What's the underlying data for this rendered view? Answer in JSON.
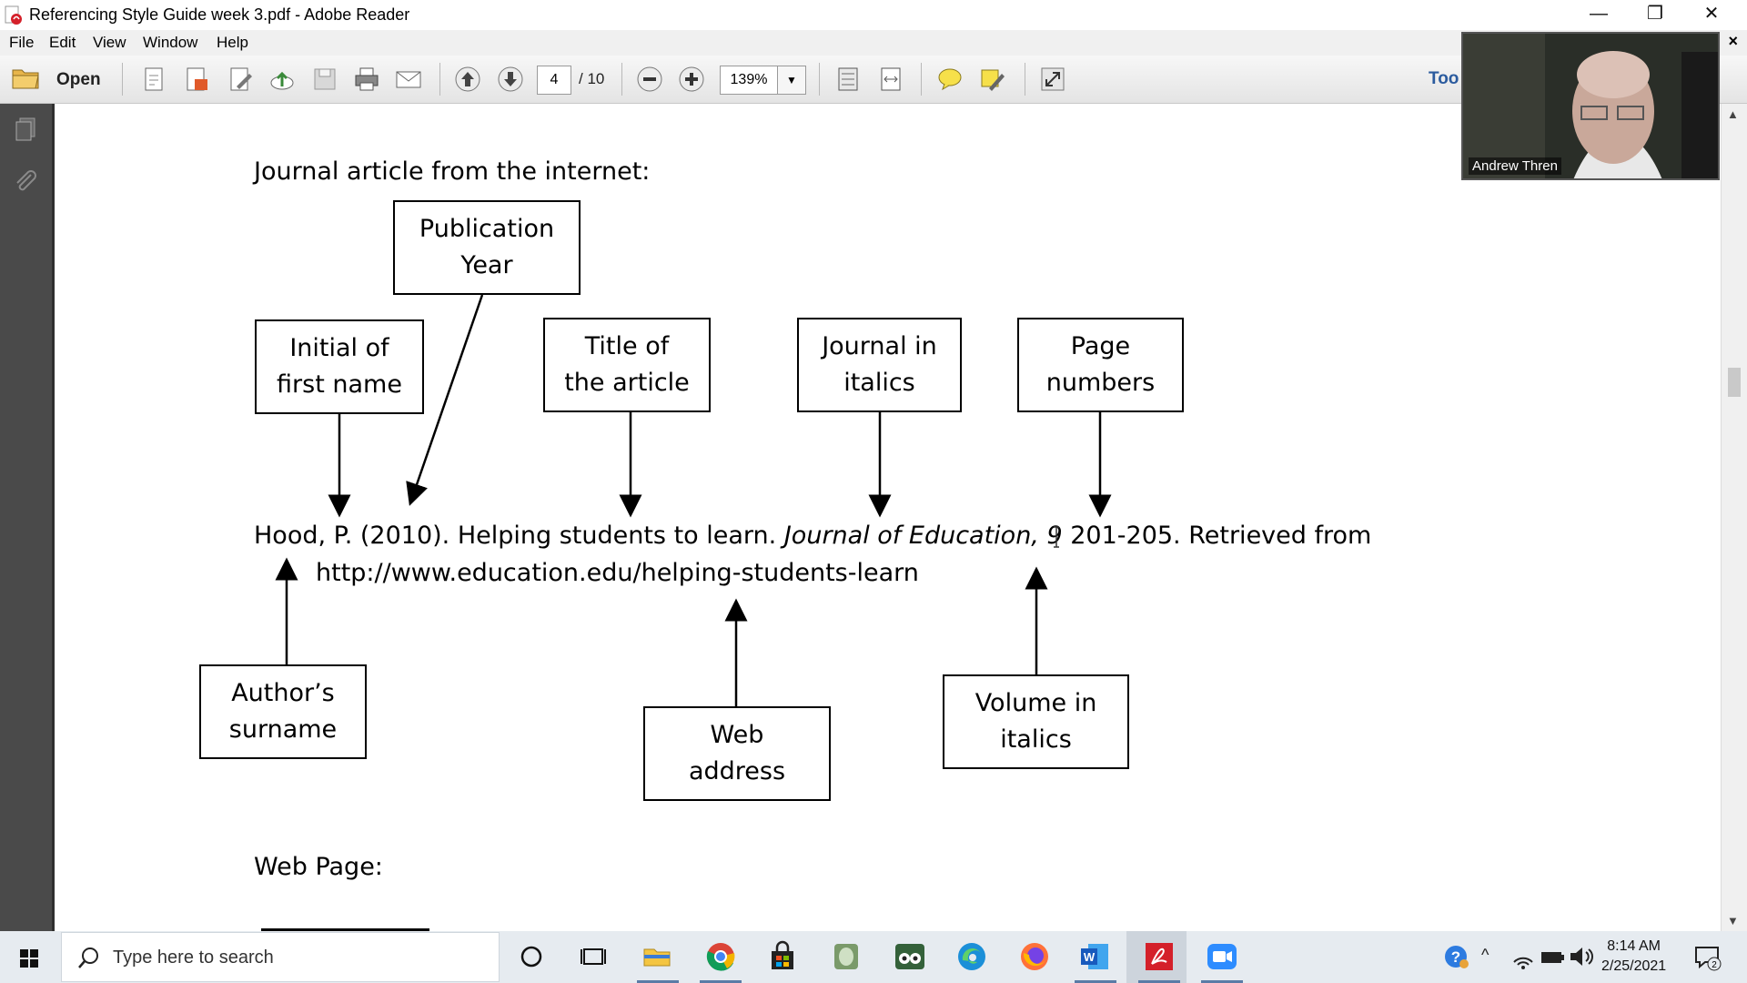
{
  "window": {
    "title": "Referencing Style Guide week 3.pdf - Adobe Reader",
    "minimize": "—",
    "restore": "❐",
    "close": "✕"
  },
  "menu": {
    "items": [
      "File",
      "Edit",
      "View",
      "Window",
      "Help"
    ],
    "close_doc": "×"
  },
  "toolbar": {
    "open_label": "Open",
    "page_current": "4",
    "page_total": "/ 10",
    "zoom": "139%",
    "tools_label": "Too"
  },
  "video": {
    "participant_name": "Andrew Thren"
  },
  "document": {
    "section1_heading": "Journal article from the internet:",
    "boxes": {
      "publication_year": [
        "Publication",
        "Year"
      ],
      "initial": [
        "Initial of",
        "first name"
      ],
      "title": [
        "Title of",
        "the article"
      ],
      "journal": [
        "Journal in",
        "italics"
      ],
      "page_numbers": [
        "Page",
        "numbers"
      ],
      "surname": [
        "Author’s",
        "surname"
      ],
      "web_address": [
        "Web",
        "address"
      ],
      "volume": [
        "Volume in",
        "italics"
      ]
    },
    "reference": {
      "part1": "Hood, P. (2010). Helping students to learn. ",
      "journal_italic": "Journal of Education, 9",
      "part2": " 201-205. Retrieved from",
      "line2": "http://www.education.edu/helping-students-learn"
    },
    "section2_heading": "Web Page:"
  },
  "taskbar": {
    "search_placeholder": "Type here to search",
    "time": "8:14 AM",
    "date": "2/25/2021",
    "notification_count": "2"
  }
}
